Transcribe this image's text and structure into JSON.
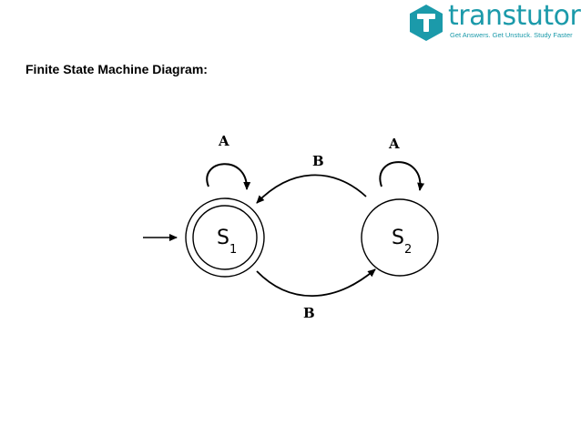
{
  "brand": {
    "name": "transtutors",
    "tagline": "Get Answers. Get Unstuck. Study Faster",
    "color": "#1b9aaa"
  },
  "title": "Finite State Machine Diagram:",
  "diagram": {
    "states": [
      {
        "id": "S1",
        "letter": "S",
        "subscript": "1",
        "accepting": true,
        "start": true
      },
      {
        "id": "S2",
        "letter": "S",
        "subscript": "2",
        "accepting": false,
        "start": false
      }
    ],
    "transitions": [
      {
        "from": "S1",
        "to": "S1",
        "label": "A"
      },
      {
        "from": "S2",
        "to": "S2",
        "label": "A"
      },
      {
        "from": "S2",
        "to": "S1",
        "label": "B"
      },
      {
        "from": "S1",
        "to": "S2",
        "label": "B"
      }
    ]
  }
}
